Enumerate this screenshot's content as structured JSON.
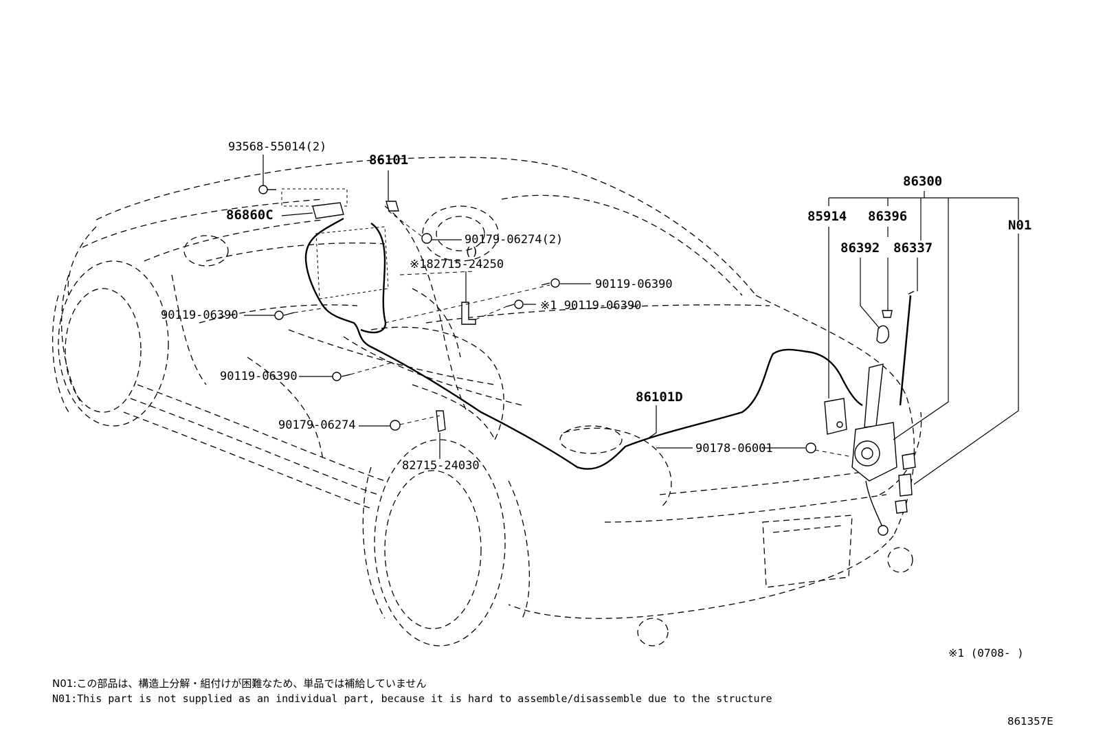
{
  "callouts": {
    "c1": "93568-55014(2)",
    "c2": "86101",
    "c3": "86860C",
    "c4": "90179-06274(2)",
    "c5": "()",
    "c6": "※182715-24250",
    "c7": "90119-06390",
    "c8": "※1 90119-06390",
    "c9": "90119-06390",
    "c10": "90119-06390",
    "c11": "90179-06274",
    "c12": "82715-24030",
    "c13": "86101D",
    "c14": "90178-06001",
    "c15": "86300",
    "c16": "85914",
    "c17": "86396",
    "c18": "N01",
    "c19": "86392",
    "c20": "86337"
  },
  "footnote_range": "※1 (0708-      )",
  "notes": {
    "jp": "N01:この部品は、構造上分解・組付けが困難なため、単品では補給していません",
    "en": "N01:This part is not supplied as an individual part, because it is hard to assemble/disassemble due to the structure"
  },
  "diagram_code": "861357E"
}
